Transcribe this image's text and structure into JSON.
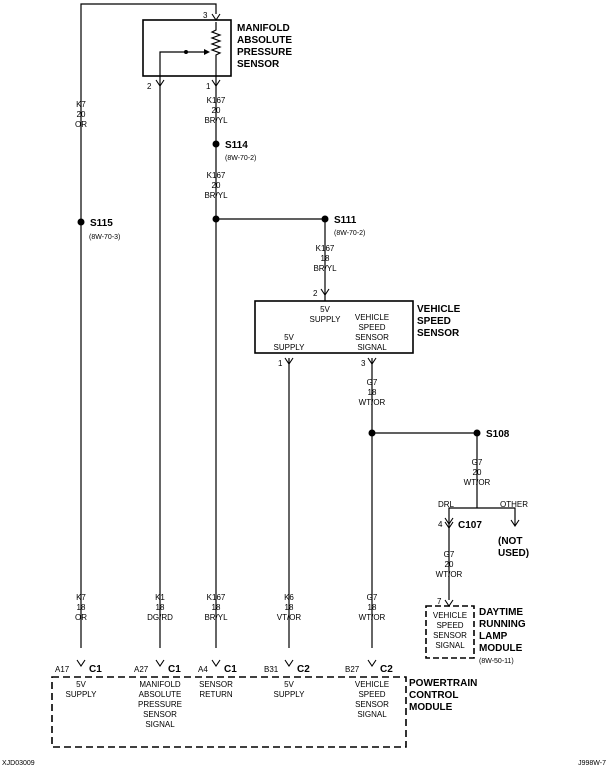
{
  "components": {
    "map_sensor": {
      "lines": [
        "MANIFOLD",
        "ABSOLUTE",
        "PRESSURE",
        "SENSOR"
      ],
      "pins": {
        "p3": "3",
        "p2": "2",
        "p1": "1"
      }
    },
    "vss": {
      "lines": [
        "VEHICLE",
        "SPEED",
        "SENSOR"
      ],
      "supply_in": [
        "5V",
        "SUPPLY"
      ],
      "supply_out": [
        "5V",
        "SUPPLY"
      ],
      "signal": [
        "VEHICLE",
        "SPEED",
        "SENSOR",
        "SIGNAL"
      ],
      "pins": {
        "p2": "2",
        "p1": "1",
        "p3": "3"
      }
    },
    "drl_module": {
      "lines": [
        "DAYTIME",
        "RUNNING",
        "LAMP",
        "MODULE"
      ],
      "ref": "(8W-50-11)",
      "pin": "7",
      "signal": [
        "VEHICLE",
        "SPEED",
        "SENSOR",
        "SIGNAL"
      ]
    },
    "pcm": {
      "lines": [
        "POWERTRAIN",
        "CONTROL",
        "MODULE"
      ]
    }
  },
  "splices": {
    "s115": {
      "name": "S115",
      "ref": "(8W-70-3)"
    },
    "s114": {
      "name": "S114",
      "ref": "(8W-70-2)"
    },
    "s111": {
      "name": "S111",
      "ref": "(8W-70-2)"
    },
    "s108": {
      "name": "S108"
    }
  },
  "wires": {
    "k7_top": [
      "K7",
      "20",
      "OR"
    ],
    "k167_a": [
      "K167",
      "20",
      "BR/YL"
    ],
    "k167_b": [
      "K167",
      "20",
      "BR/YL"
    ],
    "k167_c": [
      "K167",
      "18",
      "BR/YL"
    ],
    "g7_vss": [
      "G7",
      "18",
      "WT/OR"
    ],
    "g7_s108": [
      "G7",
      "20",
      "WT/OR"
    ],
    "g7_c107": [
      "G7",
      "20",
      "WT/OR"
    ],
    "k7_pcm": [
      "K7",
      "18",
      "OR"
    ],
    "k1_pcm": [
      "K1",
      "18",
      "DG/RD"
    ],
    "k167_pcm": [
      "K167",
      "18",
      "BR/YL"
    ],
    "k6_pcm": [
      "K6",
      "18",
      "VT/OR"
    ],
    "g7_pcm": [
      "G7",
      "18",
      "WT/OR"
    ]
  },
  "branch": {
    "drl": "DRL",
    "other": "OTHER",
    "not_used": [
      "(NOT",
      "USED)"
    ]
  },
  "c107": {
    "name": "C107",
    "pin": "4"
  },
  "pcm_pins": [
    {
      "pin": "A17",
      "conn": "C1",
      "desc": [
        "5V",
        "SUPPLY"
      ]
    },
    {
      "pin": "A27",
      "conn": "C1",
      "desc": [
        "MANIFOLD",
        "ABSOLUTE",
        "PRESSURE",
        "SENSOR",
        "SIGNAL"
      ]
    },
    {
      "pin": "A4",
      "conn": "C1",
      "desc": [
        "SENSOR",
        "RETURN"
      ]
    },
    {
      "pin": "B31",
      "conn": "C2",
      "desc": [
        "5V",
        "SUPPLY"
      ]
    },
    {
      "pin": "B27",
      "conn": "C2",
      "desc": [
        "VEHICLE",
        "SPEED",
        "SENSOR",
        "SIGNAL"
      ]
    }
  ],
  "footer": {
    "left": "XJD03009",
    "right": "J998W-7"
  }
}
